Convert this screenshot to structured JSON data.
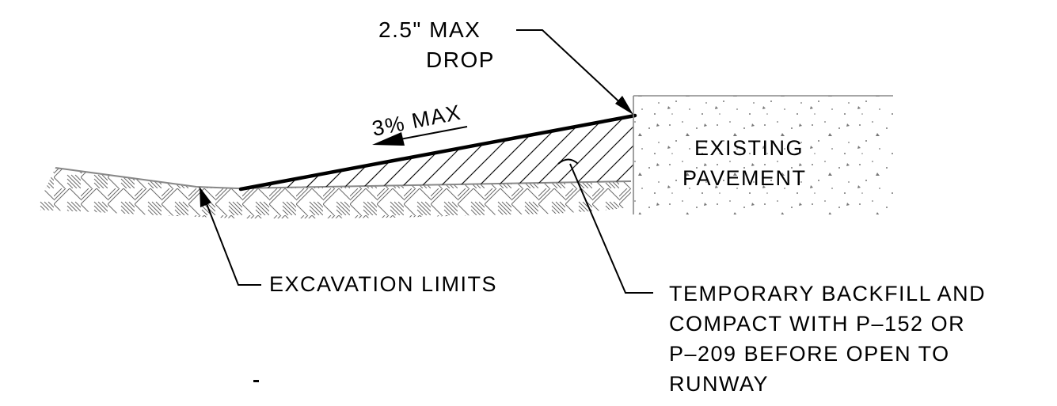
{
  "labels": {
    "max_drop_line1": "2.5\" MAX",
    "max_drop_line2": "DROP",
    "slope": "3% MAX",
    "existing_line1": "EXISTING",
    "existing_line2": "PAVEMENT",
    "excavation_limits": "EXCAVATION LIMITS",
    "backfill_line1": "TEMPORARY BACKFILL AND",
    "backfill_line2": "COMPACT WITH P–152 OR",
    "backfill_line3": "P–209 BEFORE OPEN TO",
    "backfill_line4": "RUNWAY"
  },
  "colors": {
    "line": "#000000",
    "hatch": "#555555",
    "ground": "#888888",
    "pavement_speckle": "#777777"
  }
}
